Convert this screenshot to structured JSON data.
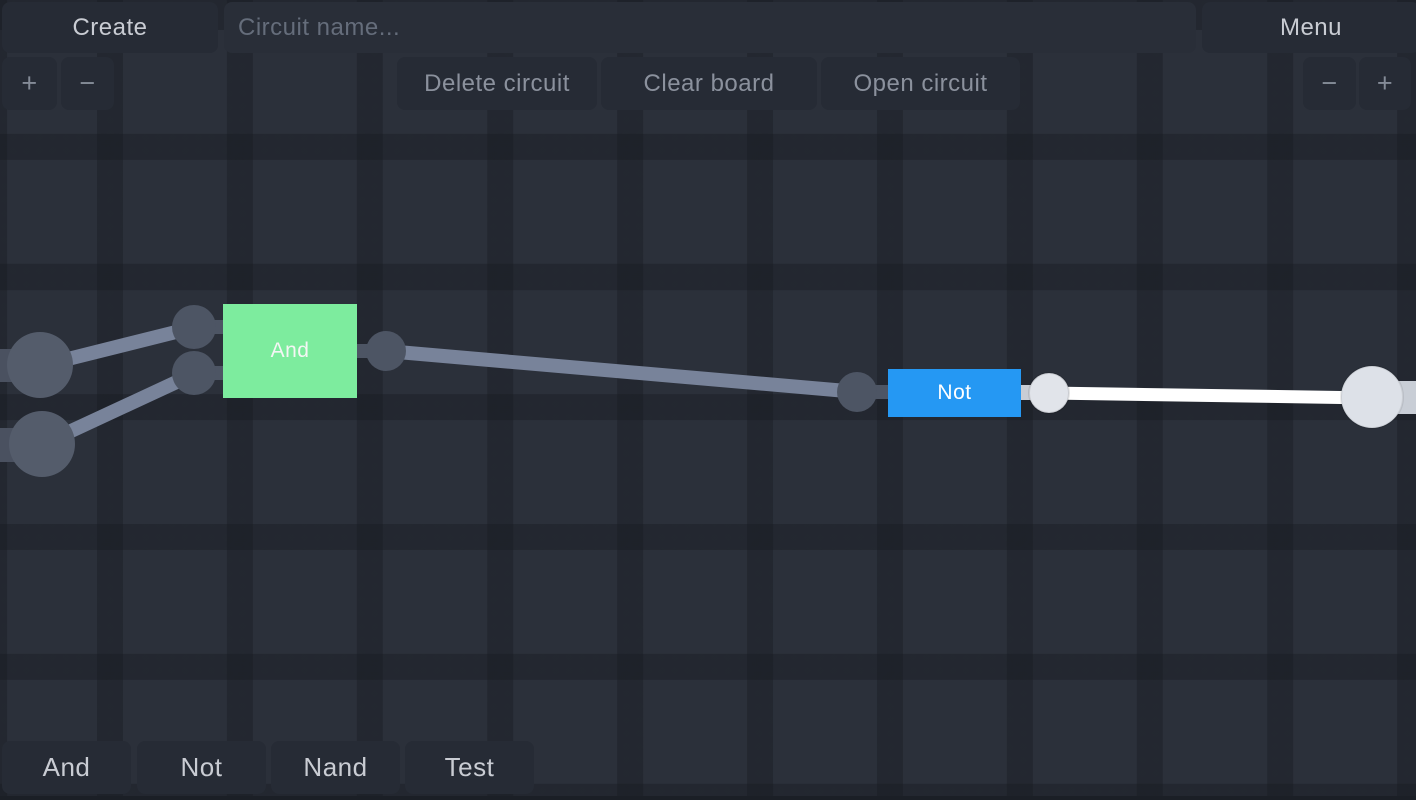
{
  "topbar": {
    "create_label": "Create",
    "circuit_name_placeholder": "Circuit name...",
    "circuit_name_value": "",
    "menu_label": "Menu"
  },
  "toolbar": {
    "zoom_in_label": "+",
    "zoom_out_label": "−",
    "delete_circuit_label": "Delete circuit",
    "clear_board_label": "Clear board",
    "open_circuit_label": "Open circuit"
  },
  "palette": {
    "items": [
      {
        "label": "And"
      },
      {
        "label": "Not"
      },
      {
        "label": "Nand"
      },
      {
        "label": "Test"
      }
    ]
  },
  "canvas": {
    "gates": [
      {
        "label": "And",
        "color": "#7dec9e"
      },
      {
        "label": "Not",
        "color": "#2598f3"
      }
    ],
    "wire_states": {
      "off_wire_color": "#78839a",
      "on_wire_color": "#ffffff",
      "off_node_color": "#4d5564",
      "input_node_color": "#545c6b",
      "on_node_color": "#dde1e8"
    }
  },
  "colors": {
    "background": "#2b303a",
    "grid_channel": "#262a33",
    "button_bg": "#262b35",
    "button_text_bright": "#c9ccd3",
    "button_text_dim": "#8b919d",
    "and_gate_green": "#7dec9e",
    "not_gate_blue": "#2598f3"
  }
}
